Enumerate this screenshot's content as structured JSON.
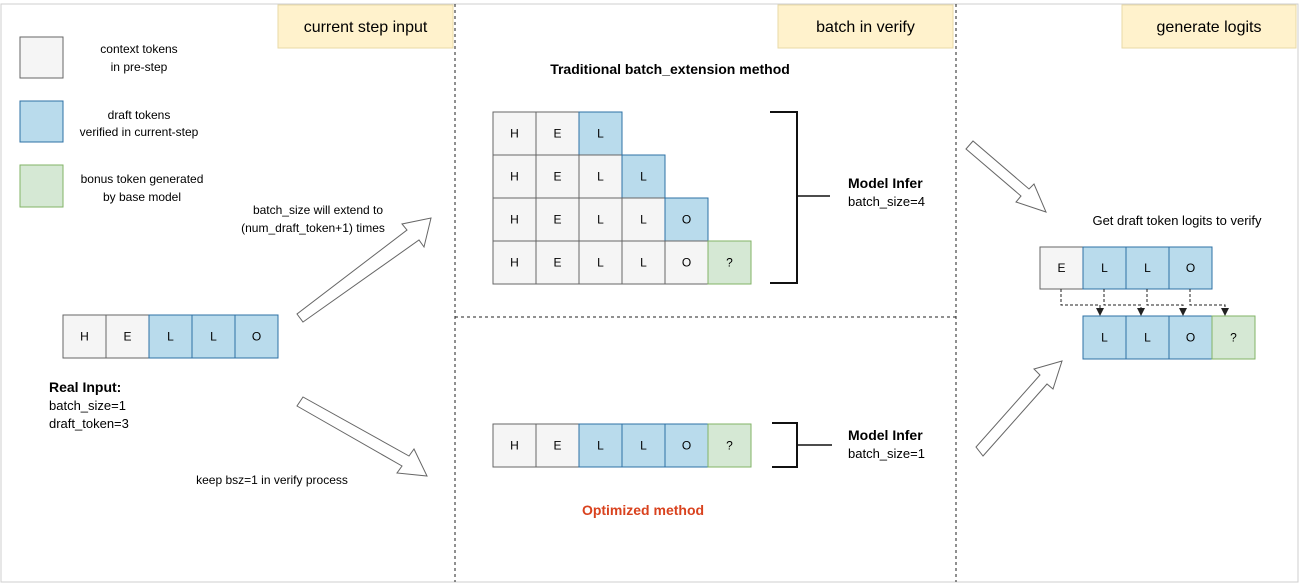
{
  "colors": {
    "context_fill": "#f5f5f5",
    "context_stroke": "#666666",
    "draft_fill": "#b9dbec",
    "draft_stroke": "#2d70a5",
    "bonus_fill": "#d5e8d4",
    "bonus_stroke": "#82b366",
    "header_fill": "#fff2cc",
    "header_stroke": "#e8d9a6",
    "accent_red": "#d9421e"
  },
  "headers": {
    "left": "current step input",
    "middle": "batch in verify",
    "right": "generate logits"
  },
  "legend": [
    {
      "kind": "context",
      "line1": "context tokens",
      "line2": "in pre-step"
    },
    {
      "kind": "draft",
      "line1": "draft tokens",
      "line2": "verified in current-step"
    },
    {
      "kind": "bonus",
      "line1": "bonus token generated",
      "line2": "by base model"
    }
  ],
  "input_tokens": [
    {
      "t": "H",
      "kind": "context"
    },
    {
      "t": "E",
      "kind": "context"
    },
    {
      "t": "L",
      "kind": "draft"
    },
    {
      "t": "L",
      "kind": "draft"
    },
    {
      "t": "O",
      "kind": "draft"
    }
  ],
  "real_input": {
    "title": "Real Input:",
    "line1": "batch_size=1",
    "line2": "draft_token=3"
  },
  "arrow_labels": {
    "upper_line1": "batch_size will extend to",
    "upper_line2": "(num_draft_token+1) times",
    "lower": "keep bsz=1 in verify process"
  },
  "traditional": {
    "title": "Traditional batch_extension method",
    "rows": [
      [
        {
          "t": "H",
          "kind": "context"
        },
        {
          "t": "E",
          "kind": "context"
        },
        {
          "t": "L",
          "kind": "draft"
        }
      ],
      [
        {
          "t": "H",
          "kind": "context"
        },
        {
          "t": "E",
          "kind": "context"
        },
        {
          "t": "L",
          "kind": "context"
        },
        {
          "t": "L",
          "kind": "draft"
        }
      ],
      [
        {
          "t": "H",
          "kind": "context"
        },
        {
          "t": "E",
          "kind": "context"
        },
        {
          "t": "L",
          "kind": "context"
        },
        {
          "t": "L",
          "kind": "context"
        },
        {
          "t": "O",
          "kind": "draft"
        }
      ],
      [
        {
          "t": "H",
          "kind": "context"
        },
        {
          "t": "E",
          "kind": "context"
        },
        {
          "t": "L",
          "kind": "context"
        },
        {
          "t": "L",
          "kind": "context"
        },
        {
          "t": "O",
          "kind": "context"
        },
        {
          "t": "?",
          "kind": "bonus"
        }
      ]
    ],
    "infer_title": "Model Infer",
    "infer_batch": "batch_size=4"
  },
  "optimized": {
    "tokens": [
      {
        "t": "H",
        "kind": "context"
      },
      {
        "t": "E",
        "kind": "context"
      },
      {
        "t": "L",
        "kind": "draft"
      },
      {
        "t": "L",
        "kind": "draft"
      },
      {
        "t": "O",
        "kind": "draft"
      },
      {
        "t": "?",
        "kind": "bonus"
      }
    ],
    "infer_title": "Model Infer",
    "infer_batch": "batch_size=1",
    "label": "Optimized method"
  },
  "logits": {
    "title": "Get draft token logits to verify",
    "top": [
      {
        "t": "E",
        "kind": "context"
      },
      {
        "t": "L",
        "kind": "draft"
      },
      {
        "t": "L",
        "kind": "draft"
      },
      {
        "t": "O",
        "kind": "draft"
      }
    ],
    "bottom": [
      {
        "t": "L",
        "kind": "draft"
      },
      {
        "t": "L",
        "kind": "draft"
      },
      {
        "t": "O",
        "kind": "draft"
      },
      {
        "t": "?",
        "kind": "bonus"
      }
    ]
  }
}
